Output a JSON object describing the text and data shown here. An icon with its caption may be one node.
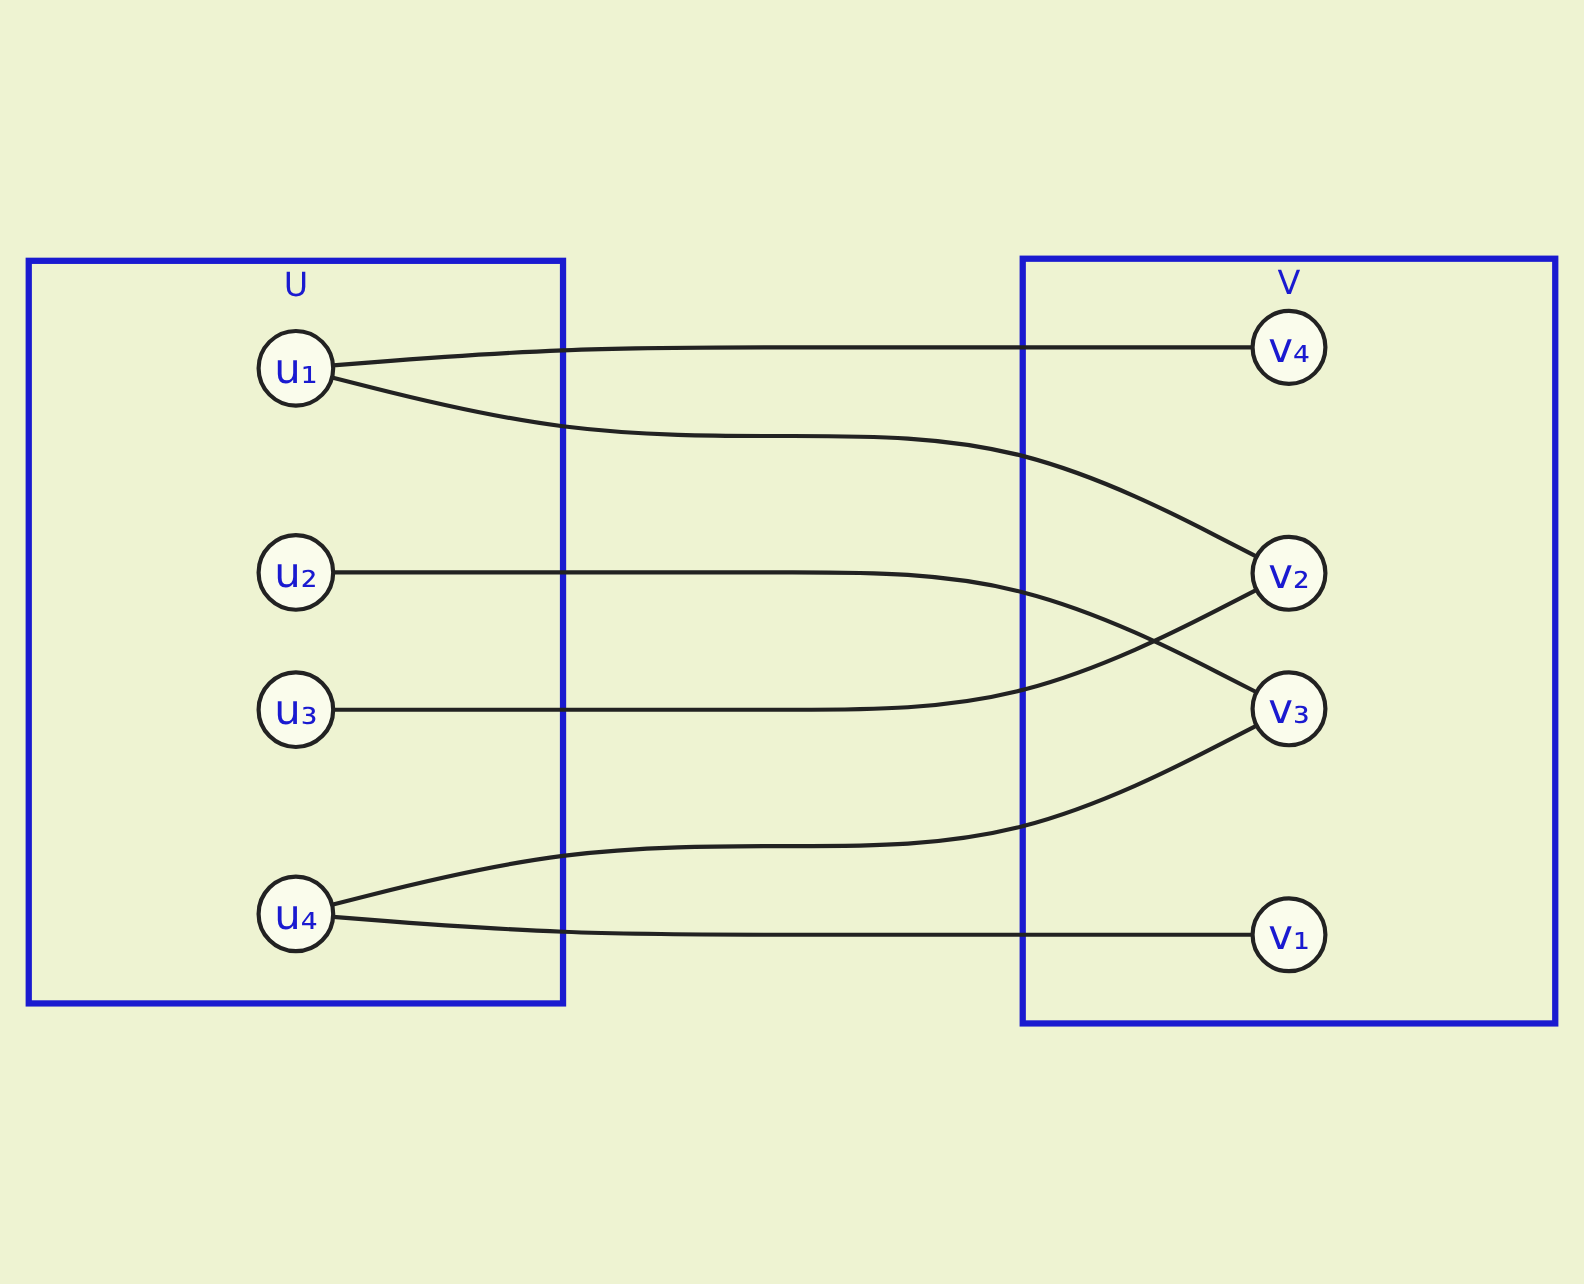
{
  "diagram": {
    "nodes": [
      {
        "text": [
          "U"
        ]
      },
      {
        "text": [
          "u₁"
        ],
        "in": 0
      },
      {
        "text": [
          "u₂"
        ],
        "in": 0
      },
      {
        "text": [
          "u₃"
        ],
        "in": 0
      },
      {
        "text": [
          "u₄"
        ],
        "in": 0
      },
      {
        "text": [
          "V"
        ]
      },
      {
        "text": [
          "v₁"
        ],
        "in": 5
      },
      {
        "text": [
          "v₂"
        ],
        "in": 5
      },
      {
        "text": [
          "v₃"
        ],
        "in": 5
      },
      {
        "text": [
          "v₄"
        ],
        "in": 5
      }
    ],
    "edges": [
      {
        "from": 1,
        "to": 7,
        "arrow": "none"
      },
      {
        "from": 1,
        "to": 9,
        "arrow": "none"
      },
      {
        "from": 2,
        "to": 8,
        "arrow": "none"
      },
      {
        "from": 3,
        "to": 7,
        "arrow": "none"
      },
      {
        "from": 4,
        "to": 6,
        "arrow": "none"
      },
      {
        "from": 4,
        "to": 8,
        "arrow": "none"
      }
    ]
  }
}
